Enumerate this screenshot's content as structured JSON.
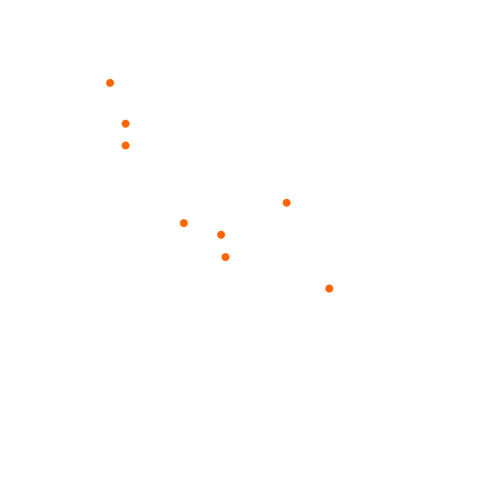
{
  "chart_data": {
    "type": "scatter",
    "title": "",
    "xlabel": "",
    "ylabel": "",
    "xlim": [
      0,
      100
    ],
    "ylim": [
      0,
      100
    ],
    "grid": false,
    "color": "#ff6600",
    "points": [
      {
        "x": 22.7,
        "y": 82.9
      },
      {
        "x": 25.9,
        "y": 74.5
      },
      {
        "x": 25.9,
        "y": 70.0
      },
      {
        "x": 59.1,
        "y": 58.2
      },
      {
        "x": 37.9,
        "y": 54.0
      },
      {
        "x": 45.6,
        "y": 51.6
      },
      {
        "x": 46.5,
        "y": 47.0
      },
      {
        "x": 67.9,
        "y": 40.5
      }
    ]
  }
}
